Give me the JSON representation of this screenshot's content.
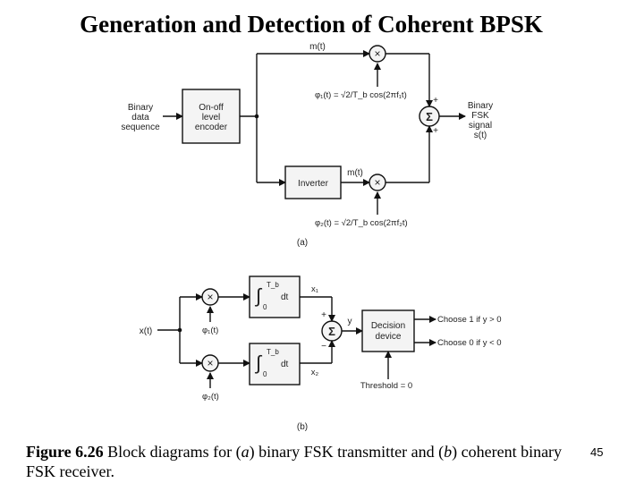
{
  "title": "Generation and Detection of Coherent BPSK",
  "transmitter": {
    "input_label": [
      "Binary",
      "data",
      "sequence"
    ],
    "encoder_label": [
      "On-off",
      "level",
      "encoder"
    ],
    "inverter_label": "Inverter",
    "m_top": "m(t)",
    "m_bottom": "m(t)",
    "phi1": "φ₁(t) = √2/T_b cos(2πf₁t)",
    "phi2": "φ₂(t) = √2/T_b cos(2πf₂t)",
    "multiply_symbol": "×",
    "sum_symbol": "Σ",
    "plus": "+",
    "output_label": [
      "Binary",
      "FSK",
      "signal",
      "s(t)"
    ],
    "sublabel": "(a)"
  },
  "receiver": {
    "input_label": "x(t)",
    "integral_symbol": "∫",
    "upper_limit": "T_b",
    "lower_limit": "0",
    "dt": "dt",
    "phi1": "φ₁(t)",
    "phi2": "φ₂(t)",
    "x1": "x₁",
    "x2": "x₂",
    "y": "y",
    "plus": "+",
    "minus": "−",
    "sum_symbol": "Σ",
    "multiply_symbol": "×",
    "decision_label": [
      "Decision",
      "device"
    ],
    "choose1": "Choose 1 if y > 0",
    "choose0": "Choose 0 if y < 0",
    "threshold": "Threshold = 0",
    "sublabel": "(b)"
  },
  "caption": {
    "fig_label": "Figure 6.26",
    "text_1": " Block diagrams for (",
    "a": "a",
    "text_2": ") binary FSK transmitter and (",
    "b": "b",
    "text_3": ") coherent binary FSK receiver."
  },
  "slide_number": "45"
}
